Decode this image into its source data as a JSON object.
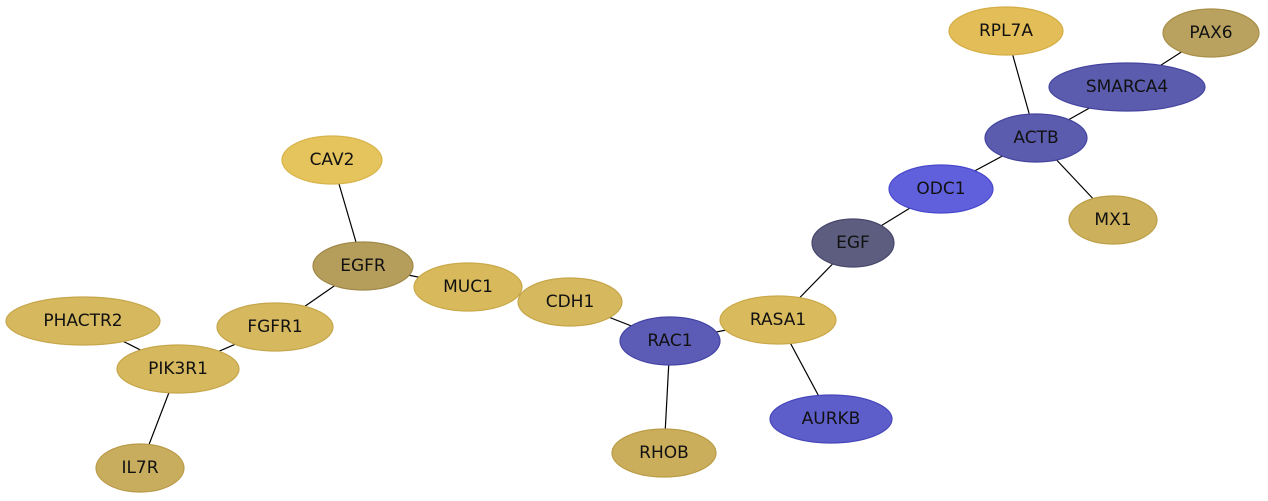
{
  "nodes": [
    {
      "id": "RPL7A",
      "label": "RPL7A",
      "fill": "#e3bd57",
      "stroke": "#d4ad45"
    },
    {
      "id": "PAX6",
      "label": "PAX6",
      "fill": "#b9a25f",
      "stroke": "#a88f48"
    },
    {
      "id": "SMARCA4",
      "label": "SMARCA4",
      "fill": "#5c5caf",
      "stroke": "#4444a0"
    },
    {
      "id": "ACTB",
      "label": "ACTB",
      "fill": "#5c5caf",
      "stroke": "#4444a0"
    },
    {
      "id": "ODC1",
      "label": "ODC1",
      "fill": "#6060dc",
      "stroke": "#4848cc"
    },
    {
      "id": "MX1",
      "label": "MX1",
      "fill": "#ccb05c",
      "stroke": "#bb9e45"
    },
    {
      "id": "EGF",
      "label": "EGF",
      "fill": "#5d5d80",
      "stroke": "#46466a"
    },
    {
      "id": "CAV2",
      "label": "CAV2",
      "fill": "#e5c45d",
      "stroke": "#d6b44a"
    },
    {
      "id": "EGFR",
      "label": "EGFR",
      "fill": "#b59d5b",
      "stroke": "#a08848"
    },
    {
      "id": "MUC1",
      "label": "MUC1",
      "fill": "#d8ba5d",
      "stroke": "#c9a848"
    },
    {
      "id": "CDH1",
      "label": "CDH1",
      "fill": "#d6b85f",
      "stroke": "#c6a64a"
    },
    {
      "id": "PHACTR2",
      "label": "PHACTR2",
      "fill": "#d6b85f",
      "stroke": "#c6a64a"
    },
    {
      "id": "FGFR1",
      "label": "FGFR1",
      "fill": "#d6b85f",
      "stroke": "#c6a64a"
    },
    {
      "id": "PIK3R1",
      "label": "PIK3R1",
      "fill": "#d6b85f",
      "stroke": "#c6a64a"
    },
    {
      "id": "RAC1",
      "label": "RAC1",
      "fill": "#5c5cb6",
      "stroke": "#4444a6"
    },
    {
      "id": "RASA1",
      "label": "RASA1",
      "fill": "#d9bb5e",
      "stroke": "#caa949"
    },
    {
      "id": "AURKB",
      "label": "AURKB",
      "fill": "#5e5ecb",
      "stroke": "#4646bb"
    },
    {
      "id": "RHOB",
      "label": "RHOB",
      "fill": "#cbae5c",
      "stroke": "#ba9c46"
    },
    {
      "id": "IL7R",
      "label": "IL7R",
      "fill": "#c9ad5e",
      "stroke": "#b89b48"
    }
  ],
  "edges": [
    [
      "RPL7A",
      "ACTB"
    ],
    [
      "PAX6",
      "SMARCA4"
    ],
    [
      "SMARCA4",
      "ACTB"
    ],
    [
      "ACTB",
      "ODC1"
    ],
    [
      "ACTB",
      "MX1"
    ],
    [
      "ODC1",
      "EGF"
    ],
    [
      "EGF",
      "RASA1"
    ],
    [
      "RASA1",
      "RAC1"
    ],
    [
      "RASA1",
      "AURKB"
    ],
    [
      "RAC1",
      "RHOB"
    ],
    [
      "RAC1",
      "CDH1"
    ],
    [
      "CDH1",
      "MUC1"
    ],
    [
      "MUC1",
      "EGFR"
    ],
    [
      "EGFR",
      "CAV2"
    ],
    [
      "EGFR",
      "FGFR1"
    ],
    [
      "FGFR1",
      "PIK3R1"
    ],
    [
      "PIK3R1",
      "PHACTR2"
    ],
    [
      "PIK3R1",
      "IL7R"
    ]
  ],
  "edge_color": "#000000"
}
